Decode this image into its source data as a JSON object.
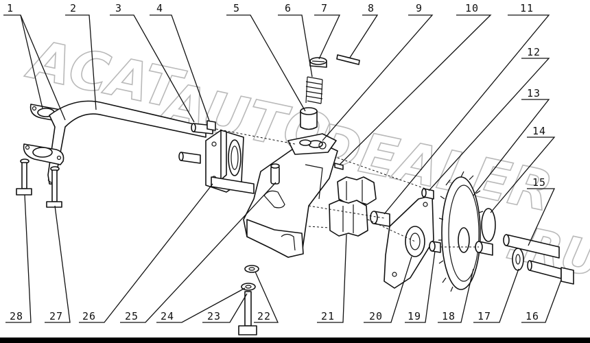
{
  "watermark": {
    "line1": "ACAT",
    "line2": "AUTO",
    "line3": "DEALER",
    "line4": ".RU"
  },
  "callouts": [
    "1",
    "2",
    "3",
    "4",
    "5",
    "6",
    "7",
    "8",
    "9",
    "10",
    "11",
    "12",
    "13",
    "14",
    "15",
    "16",
    "17",
    "18",
    "19",
    "20",
    "21",
    "22",
    "23",
    "24",
    "25",
    "26",
    "27",
    "28"
  ]
}
